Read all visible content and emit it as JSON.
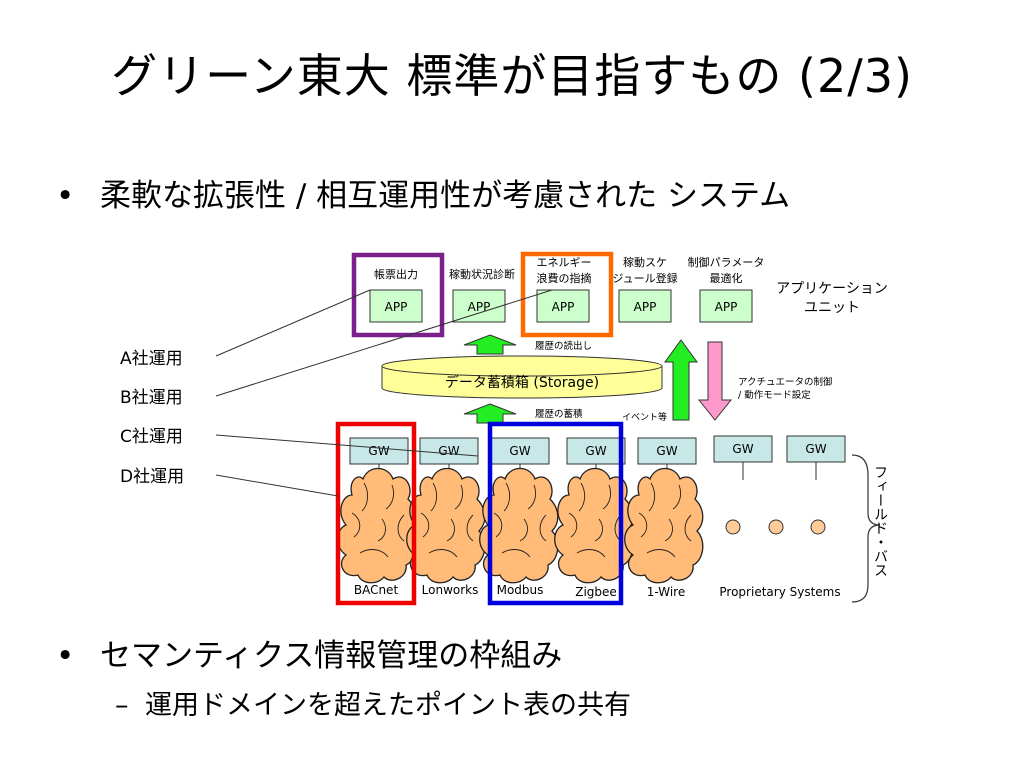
{
  "slide": {
    "title": "グリーン東大 標準が目指すもの (2/3)",
    "bullet1": "柔軟な拡張性 / 相互運用性が考慮された システム",
    "bullet2": "セマンティクス情報管理の枠組み",
    "sub1": "運用ドメインを超えたポイント表の共有",
    "bullet_glyph": "•",
    "dash_glyph": "–"
  },
  "diagram": {
    "app_titles": [
      [
        "帳票出力"
      ],
      [
        "稼動状況診断"
      ],
      [
        "エネルギー",
        "浪費の指摘"
      ],
      [
        "稼動スケ",
        "ジュール登録"
      ],
      [
        "制御パラメータ",
        "最適化"
      ]
    ],
    "app_label": "APP",
    "app_unit_label": [
      "アプリケーション",
      "ユニット"
    ],
    "storage_label": "データ蓄積箱 (Storage)",
    "arrow_read_label": "履歴の読出し",
    "arrow_store_label": "履歴の蓄積",
    "event_label": "イベント等",
    "actuator_label": [
      "アクチュエータの制御",
      "/ 動作モード設定"
    ],
    "gw_label": "GW",
    "networks": [
      "BACnet",
      "Lonworks",
      "Modbus",
      "Zigbee",
      "1-Wire",
      "Proprietary Systems"
    ],
    "operators": [
      "A社運用",
      "B社運用",
      "C社運用",
      "D社運用"
    ],
    "field_bus_label": "フィールド・バス",
    "colors": {
      "purple": "#7a1f8c",
      "orange": "#ff6a00",
      "red": "#ee0000",
      "blue": "#0000dd",
      "app_fill": "#ccffcc",
      "gw_fill": "#c8e8e8",
      "storage_fill": "#ffff99",
      "green_arrow": "#22ee22",
      "pink_arrow": "#ff99cc",
      "cloud_fill": "#ffbb77",
      "dot_fill": "#ffcc99"
    }
  }
}
